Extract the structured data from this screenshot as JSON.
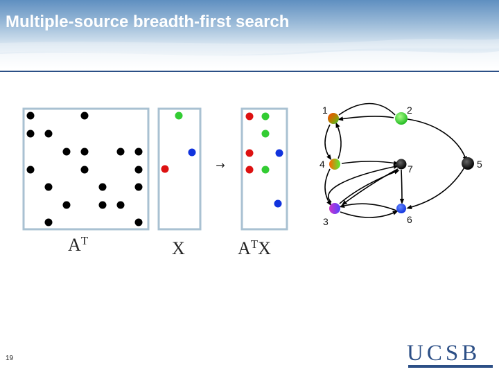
{
  "slide": {
    "title": "Multiple-source breadth-first search",
    "page_number": "19",
    "logo_text": "UCSB"
  },
  "matrices": {
    "labels": [
      "A",
      "X",
      "A",
      "X"
    ],
    "superscript": "T",
    "arrow": "→"
  },
  "graph": {
    "node_labels": [
      "1",
      "2",
      "4",
      "7",
      "5",
      "3",
      "6"
    ]
  },
  "colors": {
    "header_blue": "#2b4f86",
    "matrix_border": "#a9c1d2",
    "dot_black": "#000000",
    "dot_green": "#33cc33",
    "dot_red": "#dd1111",
    "dot_blue": "#1133dd",
    "logo_blue": "#2c4f86"
  }
}
